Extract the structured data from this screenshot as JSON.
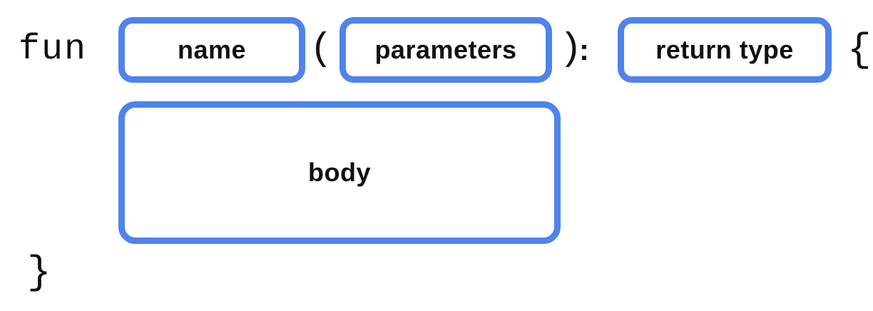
{
  "diagram": {
    "title_semantic": "kotlin-function-syntax-diagram",
    "keyword": "fun",
    "punctuation": {
      "open_paren": "(",
      "close_paren": ")",
      "colon": ":",
      "open_brace": "{",
      "close_brace": "}"
    },
    "slots": {
      "name": "name",
      "parameters": "parameters",
      "return_type": "return type",
      "body": "body"
    },
    "colors": {
      "box_border": "#5083EB",
      "text": "#111111",
      "background": "#FFFFFF"
    }
  }
}
